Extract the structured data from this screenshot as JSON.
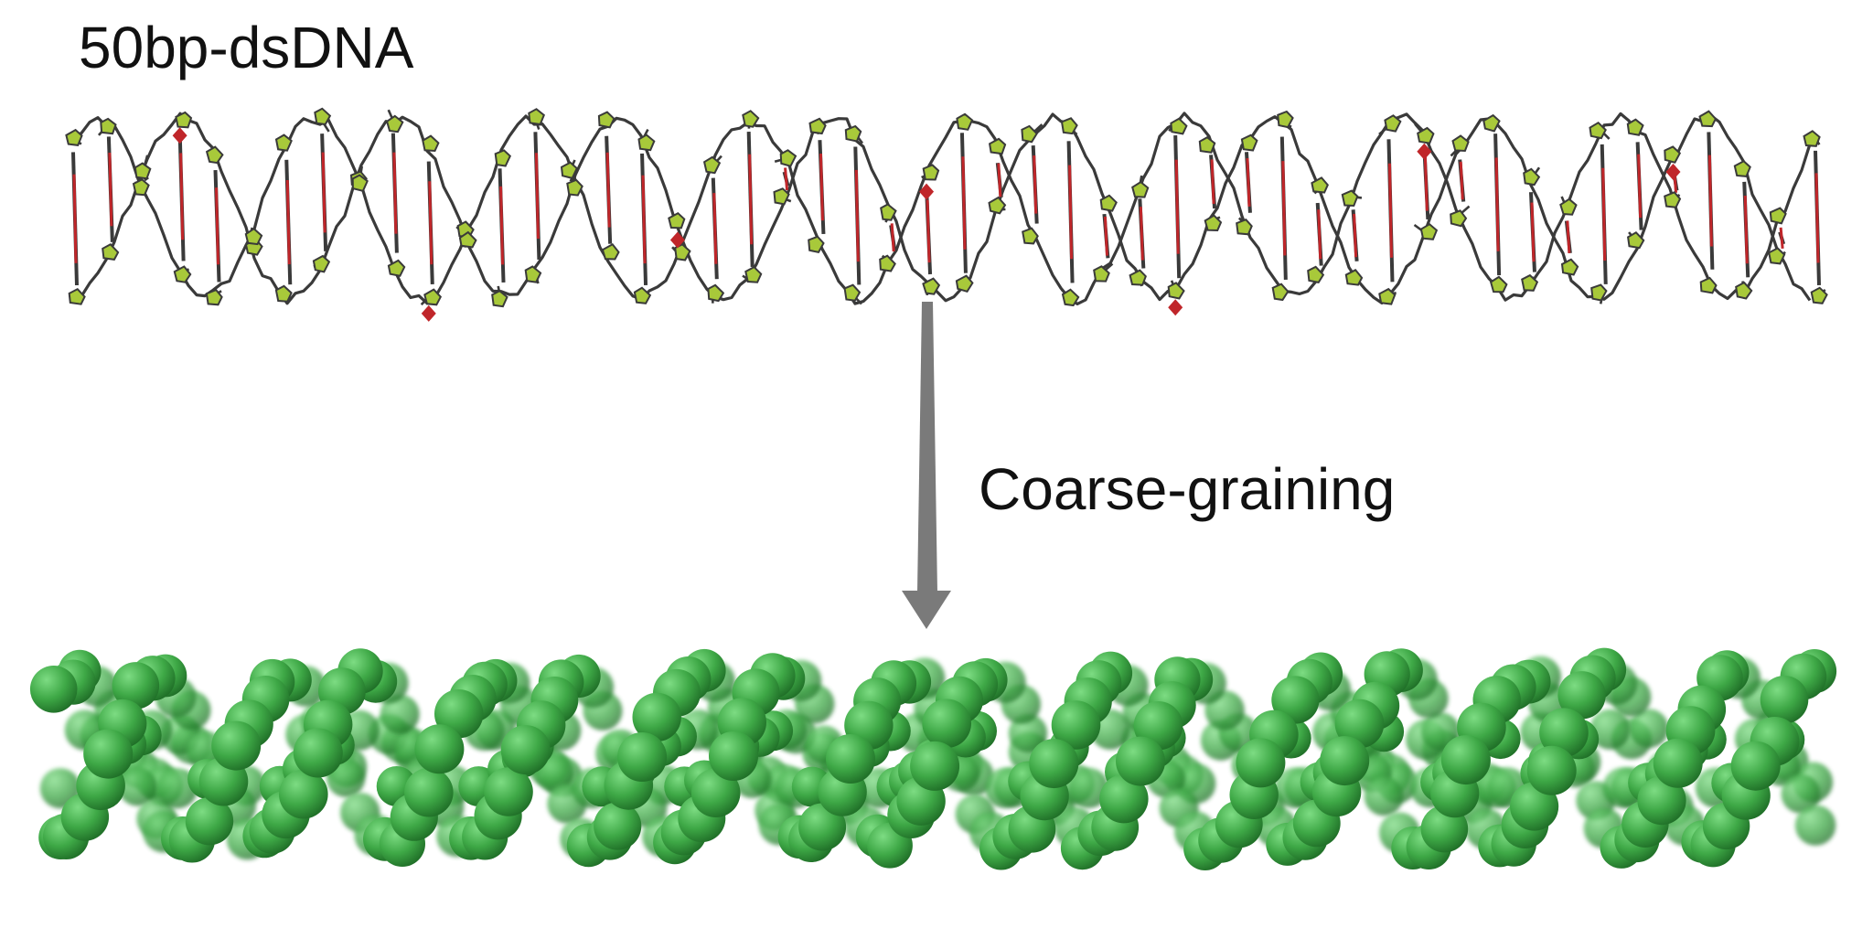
{
  "labels": {
    "top_model": "50bp-dsDNA",
    "process": "Coarse-graining"
  },
  "molecules": {
    "atomistic": {
      "base_pairs": 50,
      "backbone_color": "#3a3a3a",
      "sugar_color": "#a8c93a",
      "base_color": "#c0262a"
    },
    "coarse_grained": {
      "bead_color": "#3ea846",
      "bead_highlight": "#7ddc83",
      "bead_shadow": "#1f6e27"
    }
  },
  "arrow": {
    "direction": "down",
    "color": "#7a7a7a"
  }
}
